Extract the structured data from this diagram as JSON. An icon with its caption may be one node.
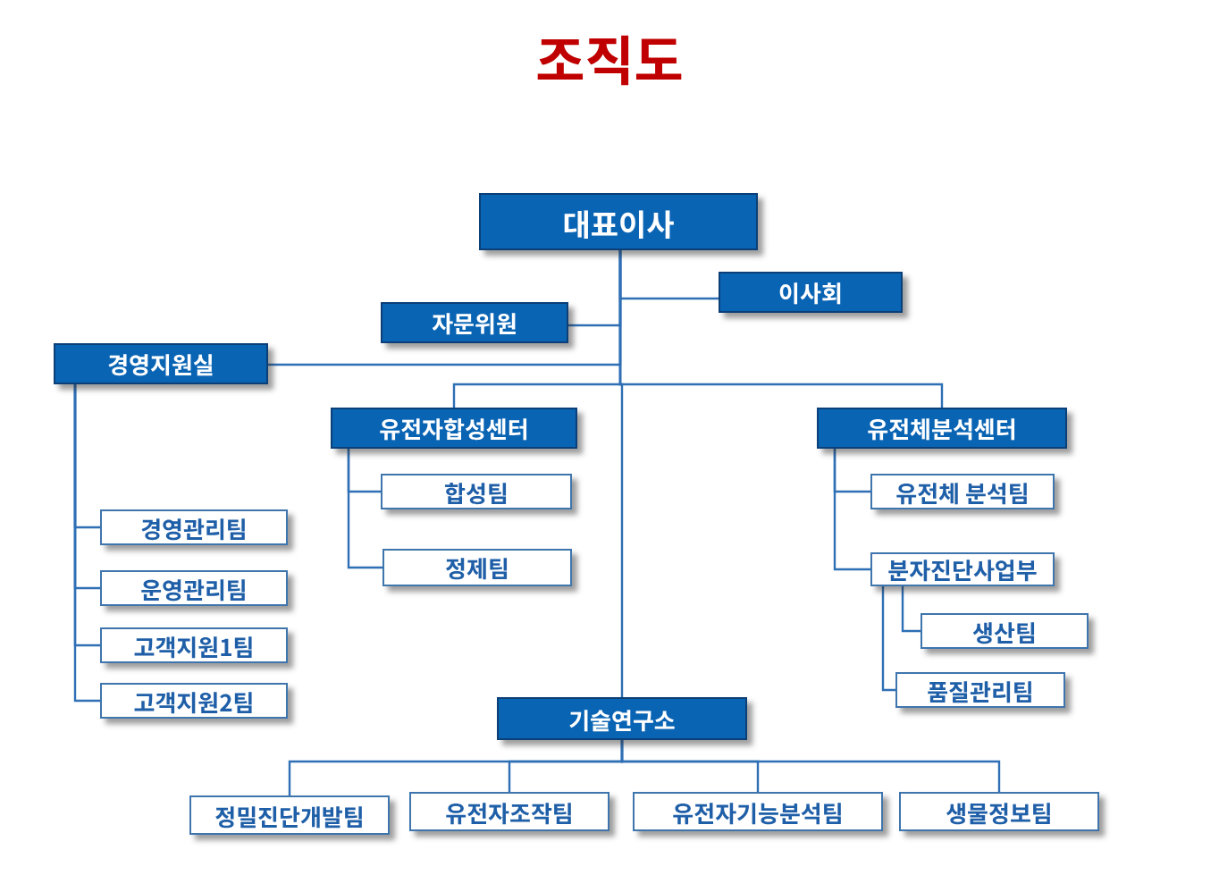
{
  "diagram": {
    "title": "조직도",
    "nodes": [
      {
        "text": [
          "대표이사"
        ]
      },
      {
        "text": [
          "이사회"
        ]
      },
      {
        "text": [
          "자문위원"
        ]
      },
      {
        "text": [
          "경영지원실"
        ]
      },
      {
        "text": [
          "유전자합성센터"
        ]
      },
      {
        "text": [
          "유전체분석센터"
        ]
      },
      {
        "text": [
          "합성팀"
        ]
      },
      {
        "text": [
          "정제팀"
        ]
      },
      {
        "text": [
          "유전체 분석팀"
        ]
      },
      {
        "text": [
          "분자진단사업부"
        ]
      },
      {
        "text": [
          "생산팀"
        ]
      },
      {
        "text": [
          "품질관리팀"
        ]
      },
      {
        "text": [
          "경영관리팀"
        ]
      },
      {
        "text": [
          "운영관리팀"
        ]
      },
      {
        "text": [
          "고객지원1팀"
        ]
      },
      {
        "text": [
          "고객지원2팀"
        ]
      },
      {
        "text": [
          "기술연구소"
        ]
      },
      {
        "text": [
          "정밀진단개발팀"
        ]
      },
      {
        "text": [
          "유전자조작팀"
        ]
      },
      {
        "text": [
          "유전자기능분석팀"
        ]
      },
      {
        "text": [
          "생물정보팀"
        ]
      }
    ],
    "edges": [
      {
        "from": 0,
        "to": 1,
        "arrow": "none"
      },
      {
        "from": 0,
        "to": 2,
        "arrow": "none"
      },
      {
        "from": 0,
        "to": 3,
        "arrow": "none"
      },
      {
        "from": 0,
        "to": 4,
        "arrow": "none"
      },
      {
        "from": 0,
        "to": 5,
        "arrow": "none"
      },
      {
        "from": 0,
        "to": 16,
        "arrow": "none"
      },
      {
        "from": 4,
        "to": 6,
        "arrow": "none"
      },
      {
        "from": 4,
        "to": 7,
        "arrow": "none"
      },
      {
        "from": 5,
        "to": 8,
        "arrow": "none"
      },
      {
        "from": 5,
        "to": 9,
        "arrow": "none"
      },
      {
        "from": 9,
        "to": 10,
        "arrow": "none"
      },
      {
        "from": 9,
        "to": 11,
        "arrow": "none"
      },
      {
        "from": 3,
        "to": 12,
        "arrow": "none"
      },
      {
        "from": 3,
        "to": 13,
        "arrow": "none"
      },
      {
        "from": 3,
        "to": 14,
        "arrow": "none"
      },
      {
        "from": 3,
        "to": 15,
        "arrow": "none"
      },
      {
        "from": 16,
        "to": 17,
        "arrow": "none"
      },
      {
        "from": 16,
        "to": 18,
        "arrow": "none"
      },
      {
        "from": 16,
        "to": 19,
        "arrow": "none"
      },
      {
        "from": 16,
        "to": 20,
        "arrow": "none"
      }
    ]
  }
}
